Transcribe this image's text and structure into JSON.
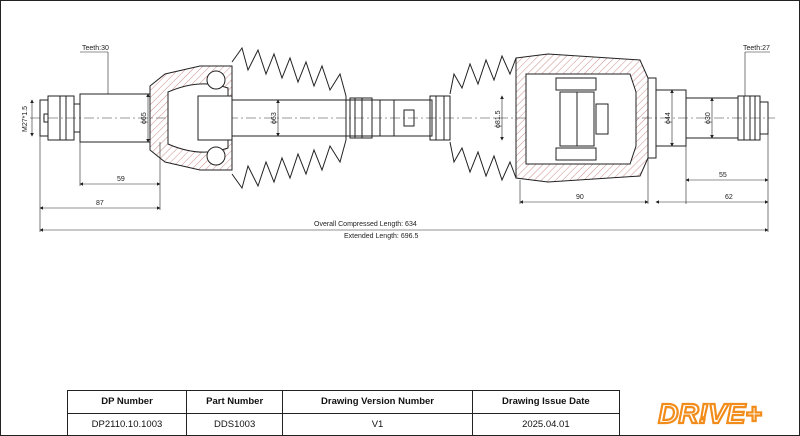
{
  "drawing": {
    "teeth_left": "Teeth:30",
    "teeth_right": "Teeth:27",
    "thread": "M27*1.5",
    "dia_left": "ϕ65",
    "dia_shaft": "ϕ63",
    "dia_mid": "ϕ81.5",
    "dia_right_housing": "ϕ44",
    "dia_right_spline": "ϕ30",
    "dim_59": "59",
    "dim_87": "87",
    "dim_90": "90",
    "dim_55": "55",
    "dim_62": "62",
    "overall_compressed": "Overall Compressed Length: 634",
    "extended_length": "Extended Length: 696.5"
  },
  "title_block": {
    "headers": [
      "DP Number",
      "Part Number",
      "Drawing Version Number",
      "Drawing Issue Date"
    ],
    "values": [
      "DP2110.10.1003",
      "DDS1003",
      "V1",
      "2025.04.01"
    ]
  },
  "brand": {
    "logo_text": "DR!VE+",
    "color": "#f28c1a"
  }
}
